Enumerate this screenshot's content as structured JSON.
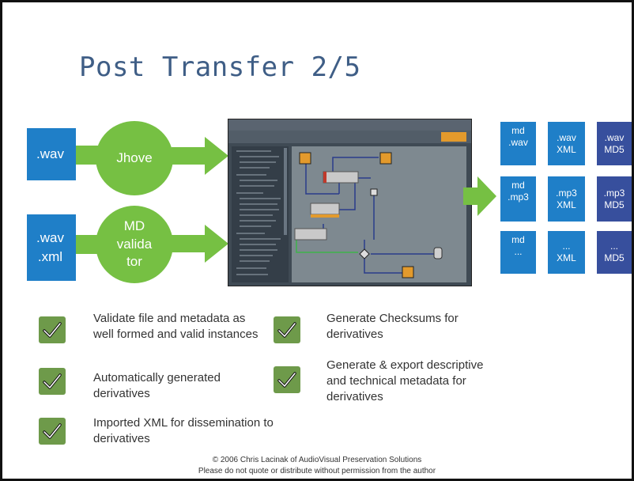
{
  "slide": {
    "title": "Post Transfer 2/5",
    "inputs": [
      ".wav",
      ".wav\n.xml"
    ],
    "tools": [
      "Jhove",
      "MD\nvalida\ntor"
    ],
    "outputs": [
      [
        "md\n.wav",
        ".wav\nXML",
        ".wav\nMD5"
      ],
      [
        "md\n.mp3",
        ".mp3\nXML",
        ".mp3\nMD5"
      ],
      [
        "md\n...",
        "...\nXML",
        "...\nMD5"
      ]
    ],
    "bullets": [
      "Validate file and metadata as well formed and valid instances",
      "Automatically generated derivatives",
      "Imported XML for dissemination to derivatives",
      "Generate Checksums for derivatives",
      "Generate & export descriptive and technical metadata for derivatives"
    ],
    "footer_line1": "© 2006 Chris Lacinak of AudioVisual Preservation Solutions",
    "footer_line2": "Please do not quote or distribute without permission from the author"
  },
  "colors": {
    "title": "#3f5e86",
    "blue_box": "#1f7fc8",
    "dark_box": "#374f9d",
    "green": "#76c043",
    "check_bg": "#6e9a4a"
  }
}
